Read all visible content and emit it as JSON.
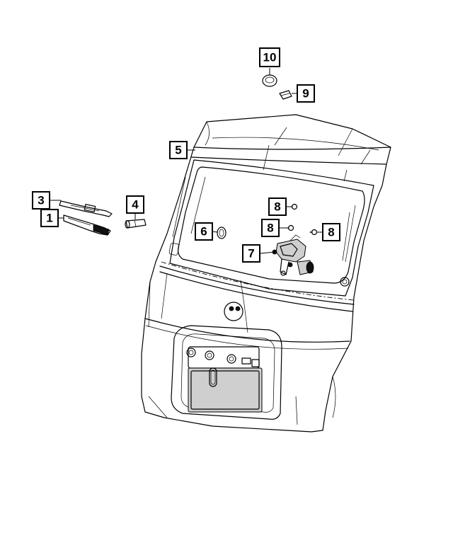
{
  "diagram": {
    "callouts": [
      {
        "id": "wiper-blade",
        "label": "1"
      },
      {
        "id": "wiper-arm",
        "label": "3"
      },
      {
        "id": "arm-cap",
        "label": "4"
      },
      {
        "id": "liftgate",
        "label": "5"
      },
      {
        "id": "plug",
        "label": "6"
      },
      {
        "id": "wiper-motor",
        "label": "7"
      },
      {
        "id": "screw-upper",
        "label": "8"
      },
      {
        "id": "screw-middle",
        "label": "8"
      },
      {
        "id": "screw-right",
        "label": "8"
      },
      {
        "id": "grommet",
        "label": "9"
      },
      {
        "id": "nut-cap",
        "label": "10"
      }
    ]
  }
}
